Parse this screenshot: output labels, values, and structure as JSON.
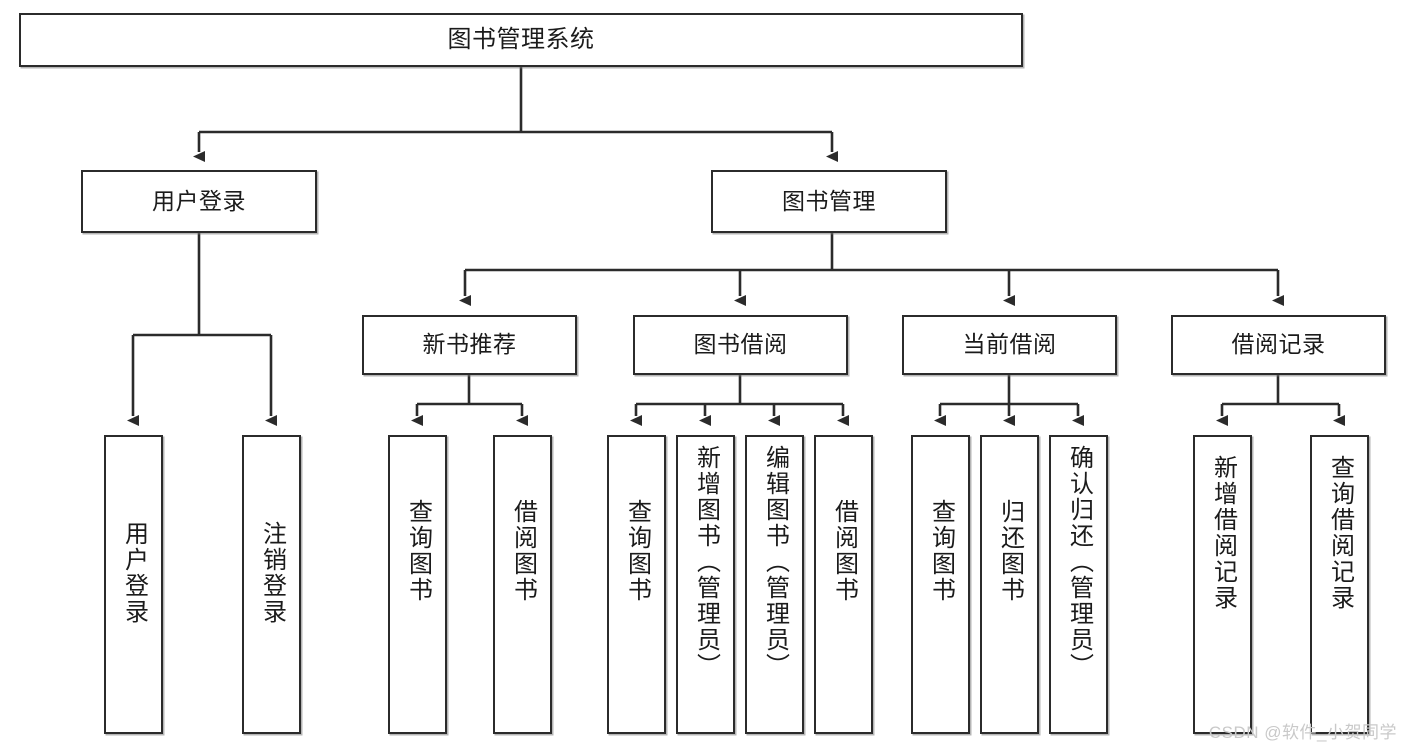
{
  "diagram": {
    "title": "图书管理系统",
    "type": "tree",
    "watermark": "CSDN @软件_小贺同学",
    "colors": {
      "stroke": "#2b2b2b",
      "fill": "#ffffff",
      "text": "#1b1b1b",
      "watermark": "#c9c9c9"
    },
    "nodes": {
      "root": {
        "label": "图书管理系统"
      },
      "level2": [
        {
          "label": "用户登录"
        },
        {
          "label": "图书管理"
        }
      ],
      "level3": [
        {
          "label": "新书推荐"
        },
        {
          "label": "图书借阅"
        },
        {
          "label": "当前借阅"
        },
        {
          "label": "借阅记录"
        }
      ],
      "leaves": {
        "user_login": [
          {
            "label": "用户登录"
          },
          {
            "label": "注销登录"
          }
        ],
        "new_book": [
          {
            "label": "查询图书"
          },
          {
            "label": "借阅图书"
          }
        ],
        "book_borrow": [
          {
            "label": "查询图书"
          },
          {
            "label": "新增图书（管理员）"
          },
          {
            "label": "编辑图书（管理员）"
          },
          {
            "label": "借阅图书"
          }
        ],
        "current_borrow": [
          {
            "label": "查询图书"
          },
          {
            "label": "归还图书"
          },
          {
            "label": "确认归还（管理员）"
          }
        ],
        "borrow_record": [
          {
            "label": "新增借阅记录"
          },
          {
            "label": "查询借阅记录"
          }
        ]
      }
    }
  }
}
